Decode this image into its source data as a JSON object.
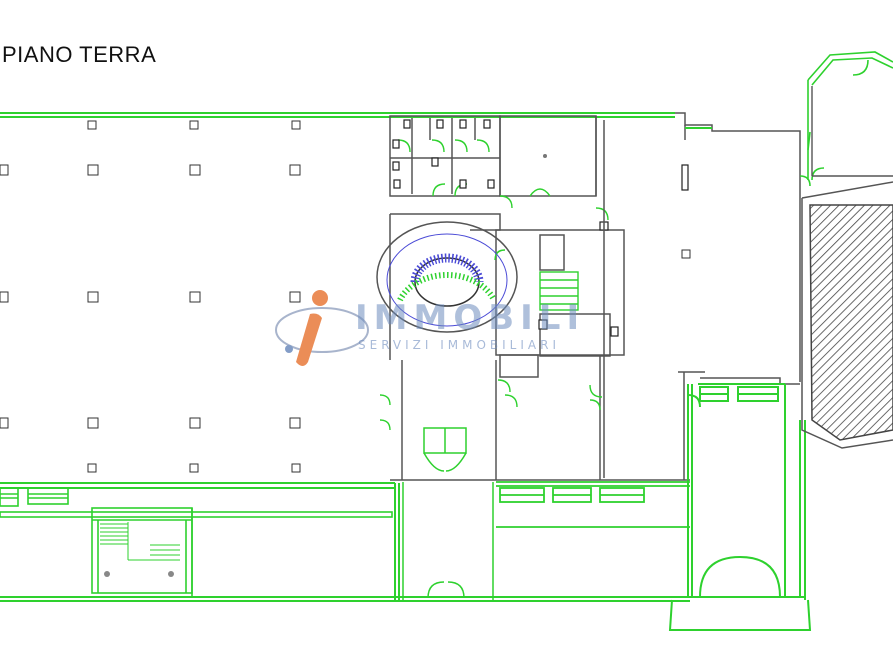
{
  "plan_title": "PIANO TERRA",
  "watermark": {
    "brand": "IMMOBILI",
    "tagline": "SERVIZI IMMOBILIARI",
    "letter": "i"
  },
  "colors": {
    "wall_green": "#2ed12e",
    "wall_dark": "#444444",
    "stair_blue": "#4a4ad6",
    "watermark_blue": "#6e8cbe",
    "watermark_orange": "#e87a3a"
  }
}
